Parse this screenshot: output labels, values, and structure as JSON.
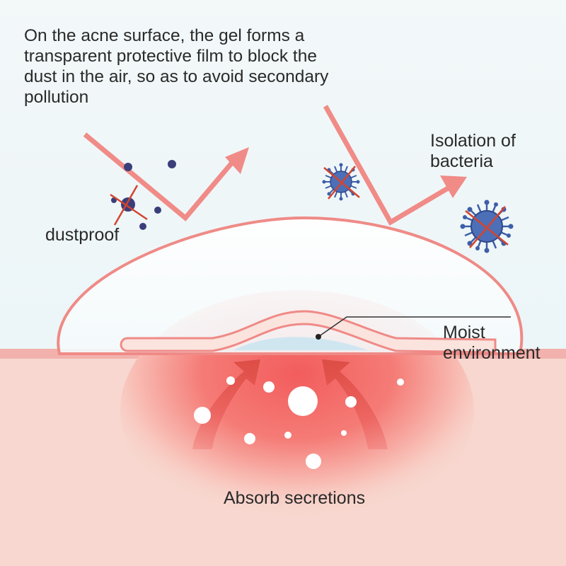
{
  "heading": {
    "lines": [
      "On the acne surface, the gel forms a",
      "transparent protective film to block the",
      "dust in the air, so as to avoid secondary",
      "pollution"
    ]
  },
  "labels": {
    "dustproof": "dustproof",
    "isolation_line1": "Isolation of",
    "isolation_line2": "bacteria",
    "moist_line1": "Moist",
    "moist_line2": "environment",
    "absorb": "Absorb secretions"
  },
  "icons": [
    "dust-particle-icon",
    "bacteria-icon",
    "blocked-cross-icon",
    "deflection-arrow-icon",
    "upward-arrow-icon"
  ],
  "colors": {
    "background": "#eef6f8",
    "skin": "#f7d7cf",
    "inflammation": "#f26f6f",
    "outline": "#ef8a86",
    "arrow": "#f08b87",
    "dust": "#3a3f7a",
    "bacteria": "#3d5ea8",
    "cross": "#d2452f",
    "text": "#2a2a2a"
  }
}
